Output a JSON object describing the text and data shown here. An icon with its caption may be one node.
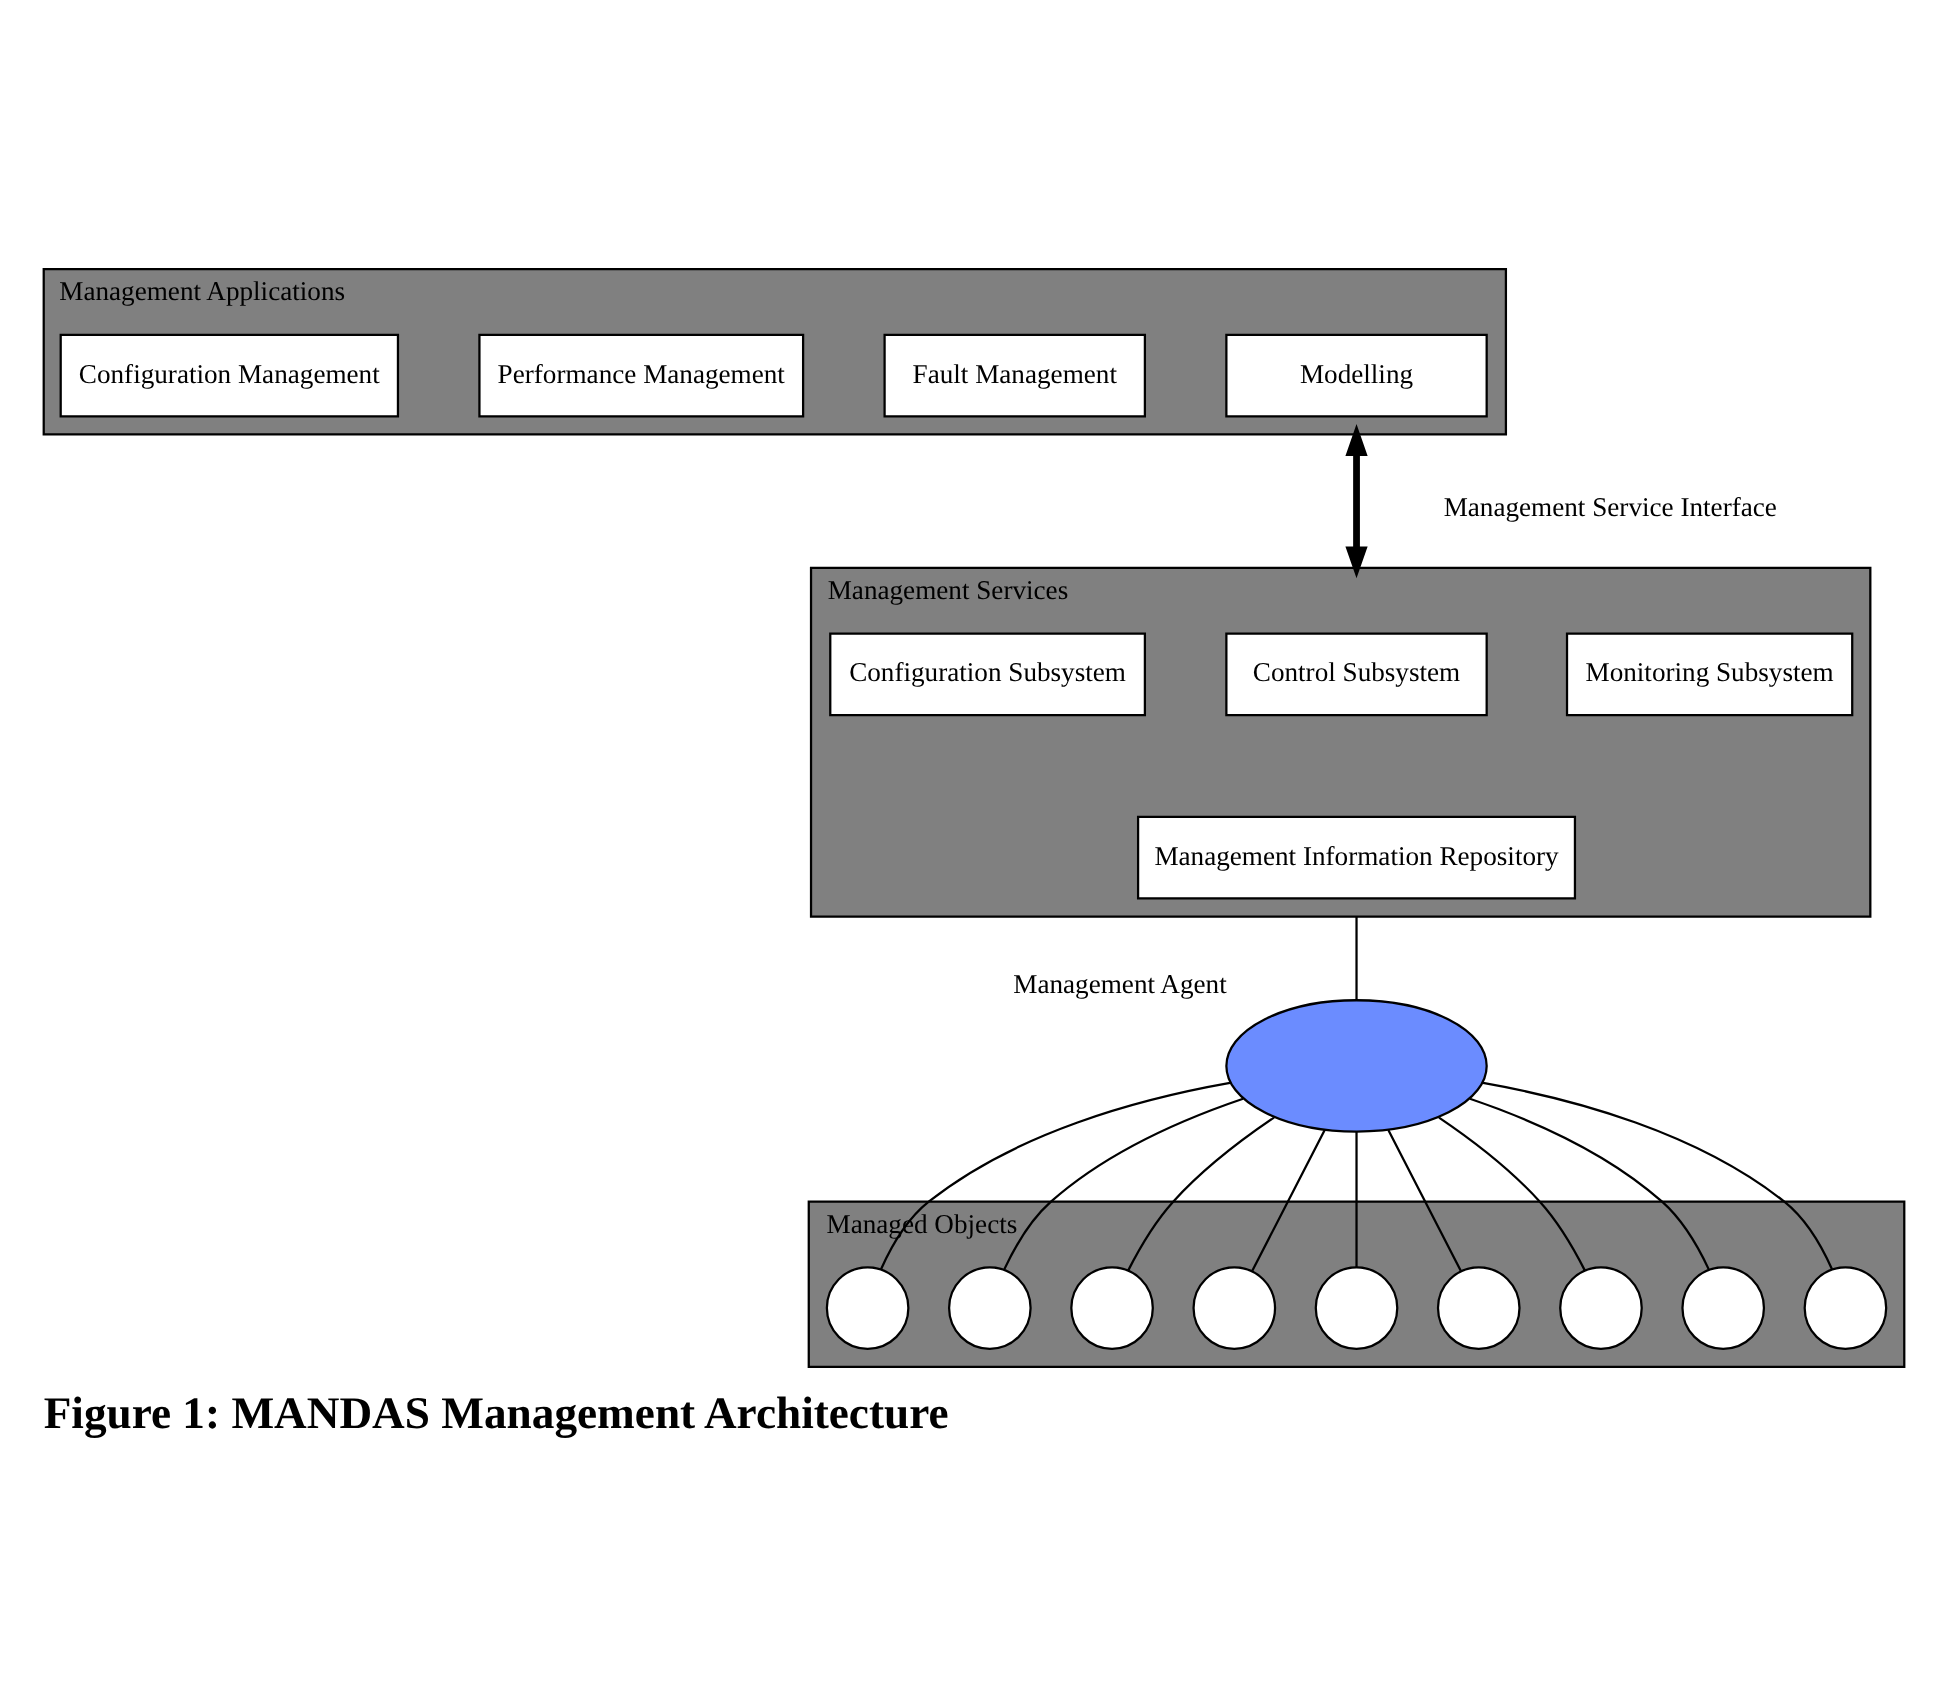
{
  "diagram": {
    "caption": "Figure 1: MANDAS Management Architecture",
    "nodes": [
      {
        "text": [
          "Management Applications"
        ]
      },
      {
        "text": [
          "Configuration Management"
        ],
        "in": 0
      },
      {
        "text": [
          "Performance Management"
        ],
        "in": 0
      },
      {
        "text": [
          "Fault Management"
        ],
        "in": 0
      },
      {
        "text": [
          "Modelling"
        ],
        "in": 0
      },
      {
        "text": [
          "Management Services"
        ]
      },
      {
        "text": [
          "Configuration Subsystem"
        ],
        "in": 5
      },
      {
        "text": [
          "Control Subsystem"
        ],
        "in": 5
      },
      {
        "text": [
          "Monitoring Subsystem"
        ],
        "in": 5
      },
      {
        "text": [
          "Management Information Repository"
        ],
        "in": 5
      },
      {
        "text": [],
        "shape": "ellipse",
        "beside": [
          "Management Agent"
        ]
      },
      {
        "text": [
          "Managed Objects"
        ]
      },
      {
        "text": [],
        "shape": "circle",
        "in": 11
      },
      {
        "text": [],
        "shape": "circle",
        "in": 11
      },
      {
        "text": [],
        "shape": "circle",
        "in": 11
      },
      {
        "text": [],
        "shape": "circle",
        "in": 11
      },
      {
        "text": [],
        "shape": "circle",
        "in": 11
      },
      {
        "text": [],
        "shape": "circle",
        "in": 11
      },
      {
        "text": [],
        "shape": "circle",
        "in": 11
      },
      {
        "text": [],
        "shape": "circle",
        "in": 11
      },
      {
        "text": [],
        "shape": "circle",
        "in": 11
      }
    ],
    "edges": [
      {
        "from": 0,
        "to": 5,
        "arrow": "both",
        "style": "thick",
        "label": "Management Service Interface"
      },
      {
        "from": 5,
        "to": 10,
        "arrow": "none"
      },
      {
        "from": 10,
        "to": 12,
        "arrow": "none"
      },
      {
        "from": 10,
        "to": 13,
        "arrow": "none"
      },
      {
        "from": 10,
        "to": 14,
        "arrow": "none"
      },
      {
        "from": 10,
        "to": 15,
        "arrow": "none"
      },
      {
        "from": 10,
        "to": 16,
        "arrow": "none"
      },
      {
        "from": 10,
        "to": 17,
        "arrow": "none"
      },
      {
        "from": 10,
        "to": 18,
        "arrow": "none"
      },
      {
        "from": 10,
        "to": 19,
        "arrow": "none"
      },
      {
        "from": 10,
        "to": 20,
        "arrow": "none"
      }
    ]
  }
}
